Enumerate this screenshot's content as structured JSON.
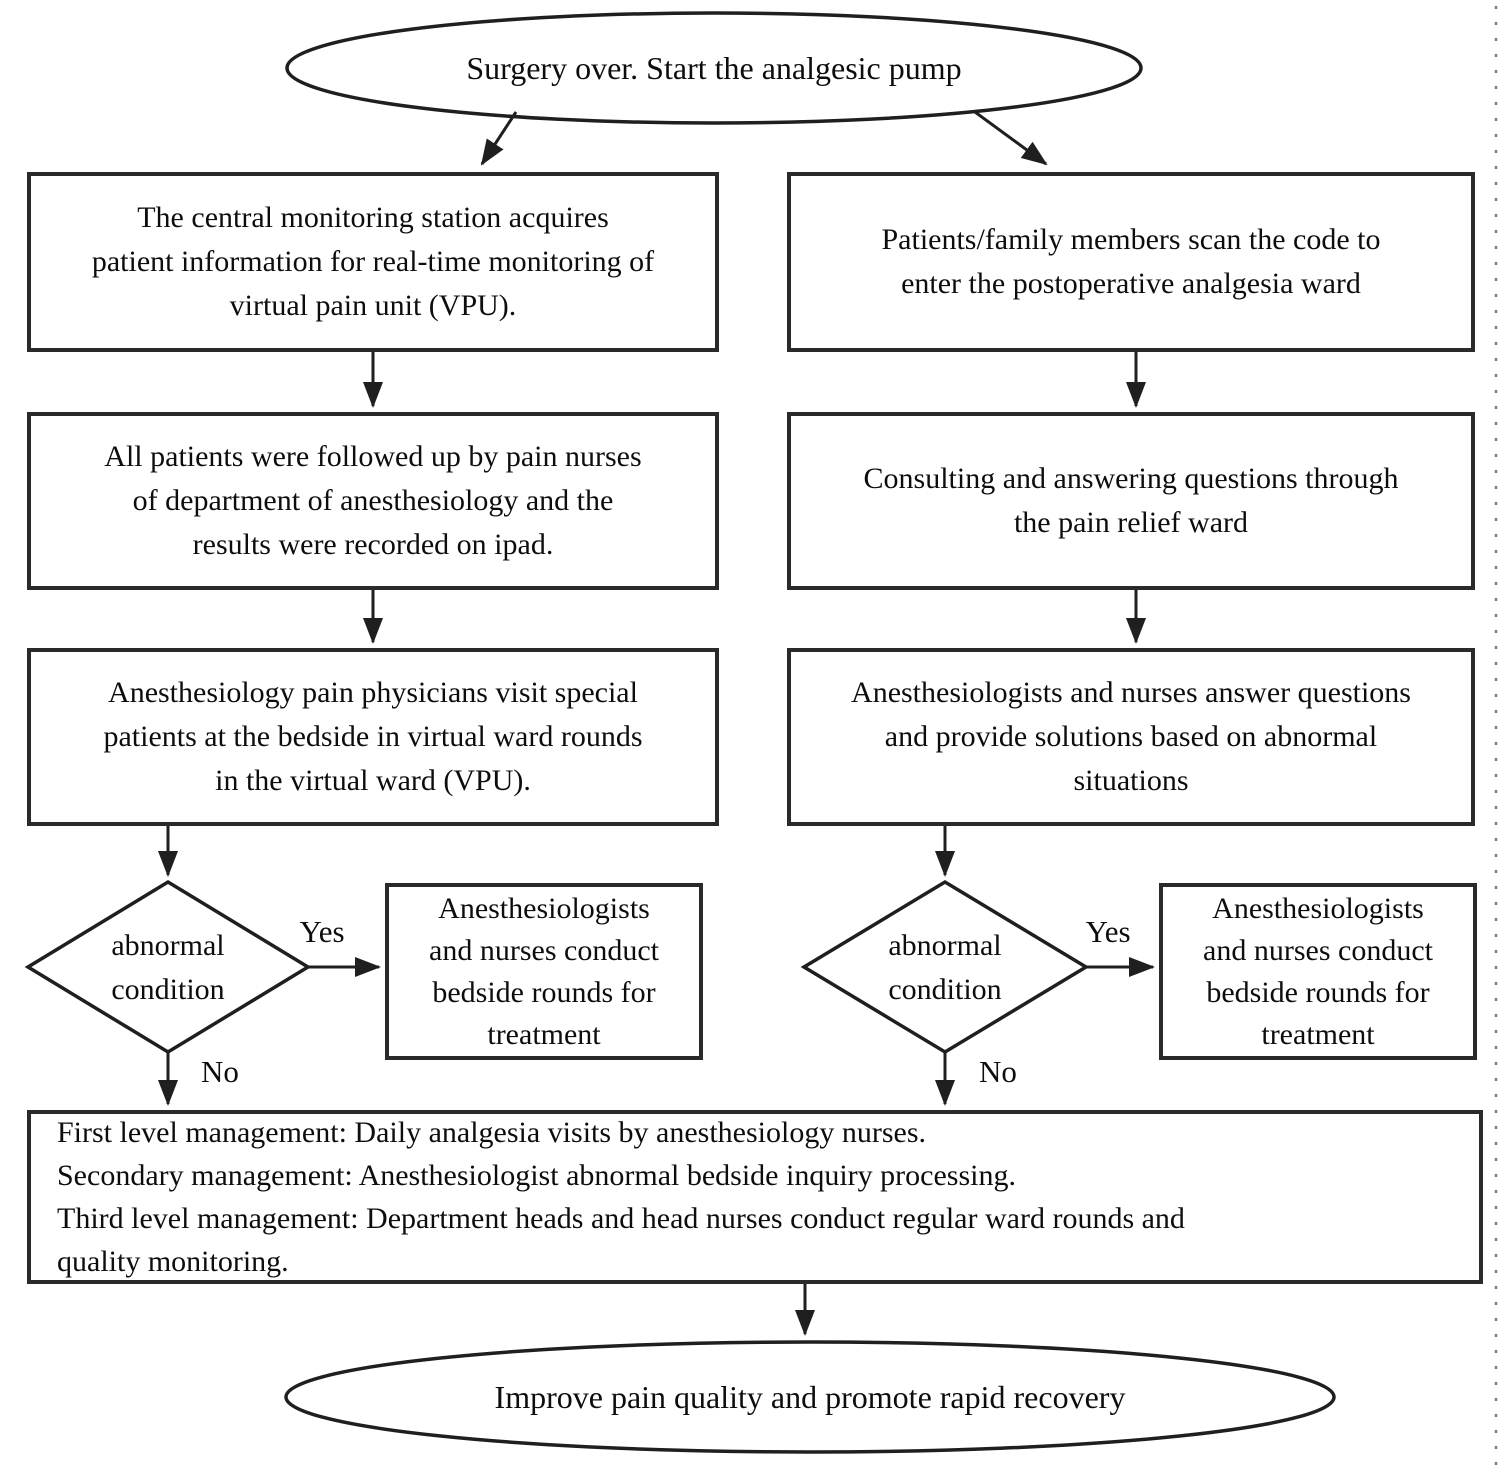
{
  "flowchart": {
    "start": "Surgery over. Start the analgesic pump",
    "left_branch": {
      "step1_lines": [
        "The central monitoring station acquires",
        "patient information for real-time monitoring of",
        "virtual pain unit (VPU)."
      ],
      "step2_lines": [
        "All patients were followed up by pain nurses",
        "of department of anesthesiology and the",
        "results were recorded on ipad."
      ],
      "step3_lines": [
        "Anesthesiology pain physicians visit special",
        "patients at the bedside in virtual ward rounds",
        "in the virtual ward (VPU)."
      ],
      "decision_lines": [
        "abnormal",
        "condition"
      ],
      "yes_action_lines": [
        "Anesthesiologists",
        "and nurses conduct",
        "bedside rounds for",
        "treatment"
      ]
    },
    "right_branch": {
      "step1_lines": [
        "Patients/family members scan the code to",
        "enter the postoperative analgesia ward"
      ],
      "step2_lines": [
        "Consulting and answering questions through",
        "the pain relief ward"
      ],
      "step3_lines": [
        "Anesthesiologists and nurses answer questions",
        "and provide solutions based on abnormal",
        "situations"
      ],
      "decision_lines": [
        "abnormal",
        "condition"
      ],
      "yes_action_lines": [
        "Anesthesiologists",
        "and nurses conduct",
        "bedside rounds for",
        "treatment"
      ]
    },
    "labels": {
      "yes": "Yes",
      "no": "No"
    },
    "management_lines": [
      "First level management: Daily analgesia visits by anesthesiology nurses.",
      "Secondary management: Anesthesiologist abnormal bedside inquiry processing.",
      "Third level management: Department heads and head nurses conduct regular ward rounds and",
      "quality monitoring."
    ],
    "end": "Improve pain quality and promote rapid recovery",
    "colors": {
      "line": "#1f1f1f",
      "border": "#2a2a2a",
      "text": "#0d0d0d",
      "background": "#ffffff",
      "page_edge_dots": "#808080"
    }
  }
}
